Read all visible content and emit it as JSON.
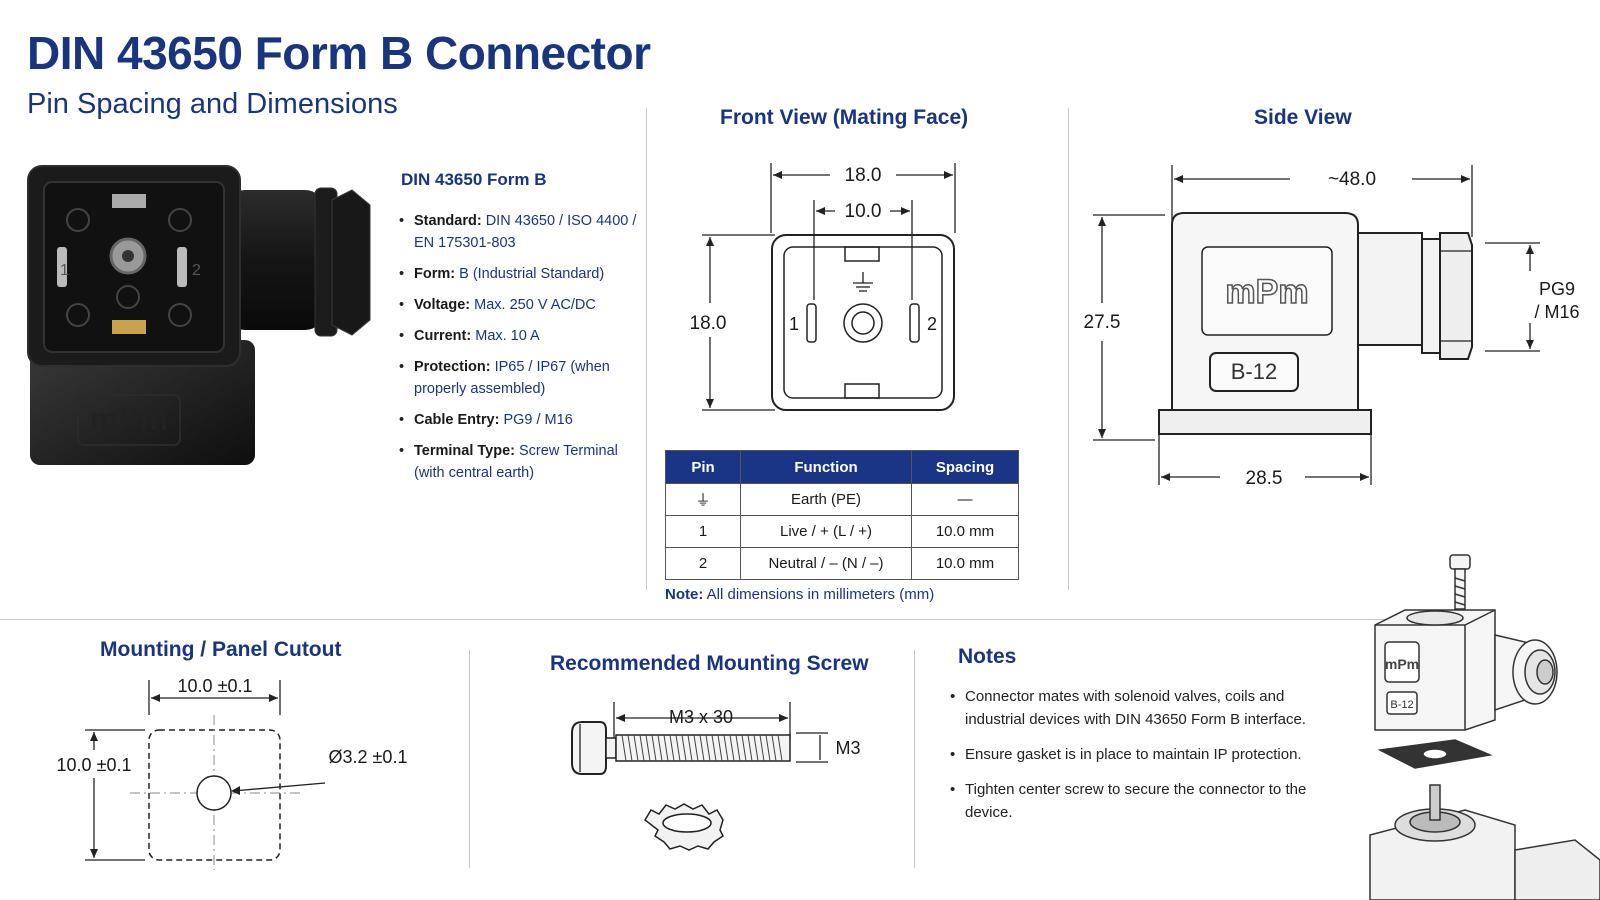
{
  "header": {
    "title": "DIN 43650 Form B Connector",
    "subtitle": "Pin Spacing and Dimensions"
  },
  "colors": {
    "accent": "#1a3580",
    "table_header": "#1b3586",
    "text": "#1a1a1a",
    "rule": "#c8c8c8"
  },
  "photo": {
    "logo_text": "mPm",
    "pin_left": "1",
    "pin_right": "2"
  },
  "specs": {
    "title": "DIN 43650 Form B",
    "items": [
      {
        "key": "Standard:",
        "value": "DIN 43650 / ISO 4400 / EN 175301-803"
      },
      {
        "key": "Form:",
        "value": "B (Industrial Standard)"
      },
      {
        "key": "Voltage:",
        "value": "Max. 250 V AC/DC"
      },
      {
        "key": "Current:",
        "value": "Max. 10 A"
      },
      {
        "key": "Protection:",
        "value": "IP65 / IP67 (when properly assembled)"
      },
      {
        "key": "Cable Entry:",
        "value": "PG9 / M16"
      },
      {
        "key": "Terminal Type:",
        "value": "Screw Terminal (with central earth)"
      }
    ]
  },
  "front_view": {
    "title": "Front View (Mating Face)",
    "dim_width": "18.0",
    "dim_pin_spacing": "10.0",
    "dim_height": "18.0",
    "pin_left": "1",
    "pin_right": "2"
  },
  "side_view": {
    "title": "Side View",
    "dim_length": "~48.0",
    "dim_height": "27.5",
    "dim_base": "28.5",
    "cable_entry_line1": "PG9",
    "cable_entry_line2": "/ M16",
    "logo_text": "mPm",
    "label_text": "B-12"
  },
  "pin_table": {
    "headers": [
      "Pin",
      "Function",
      "Spacing"
    ],
    "rows": [
      {
        "pin": "⏚",
        "function": "Earth (PE)",
        "spacing": "—"
      },
      {
        "pin": "1",
        "function": "Live / + (L / +)",
        "spacing": "10.0 mm"
      },
      {
        "pin": "2",
        "function": "Neutral / – (N / –)",
        "spacing": "10.0 mm"
      }
    ]
  },
  "note": {
    "label": "Note:",
    "text": "All dimensions in millimeters (mm)"
  },
  "mounting": {
    "title": "Mounting / Panel Cutout",
    "dim_width": "10.0 ±0.1",
    "dim_height": "10.0 ±0.1",
    "dim_hole": "Ø3.2 ±0.1"
  },
  "screw": {
    "title": "Recommended Mounting Screw",
    "dim_length": "M3 x 30",
    "dim_thread": "M3"
  },
  "notes": {
    "title": "Notes",
    "items": [
      "Connector mates with solenoid valves, coils and industrial devices with DIN 43650 Form B interface.",
      "Ensure gasket is in place to maintain IP protection.",
      "Tighten center screw to secure the connector to the device."
    ]
  },
  "exploded": {
    "logo_text": "mPm",
    "label_text": "B-12"
  }
}
